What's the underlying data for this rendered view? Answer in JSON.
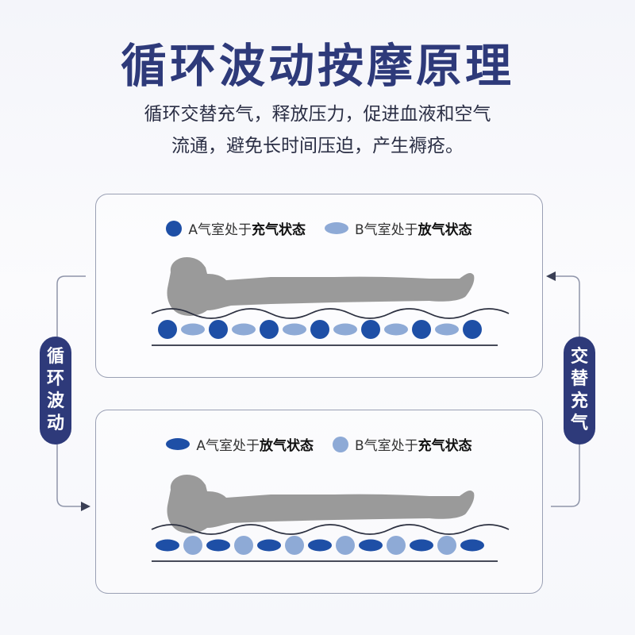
{
  "title": "循环波动按摩原理",
  "subtitle_line1": "循环交替充气，释放压力，促进血液和空气",
  "subtitle_line2": "流通，避免长时间压迫，产生褥疮。",
  "panel_top": {
    "legend_a_prefix": "A气室处于",
    "legend_a_state": "充气状态",
    "legend_b_prefix": "B气室处于",
    "legend_b_state": "放气状态"
  },
  "panel_bottom": {
    "legend_a_prefix": "A气室处于",
    "legend_a_state": "放气状态",
    "legend_b_prefix": "B气室处于",
    "legend_b_state": "充气状态"
  },
  "left_pill": [
    "循",
    "环",
    "波",
    "动"
  ],
  "right_pill": [
    "交",
    "替",
    "充",
    "气"
  ],
  "colors": {
    "title": "#2e3a7a",
    "chamber_dark": "#1e4fa6",
    "chamber_light": "#8eaad6",
    "body_gray": "#9a9a9a"
  }
}
